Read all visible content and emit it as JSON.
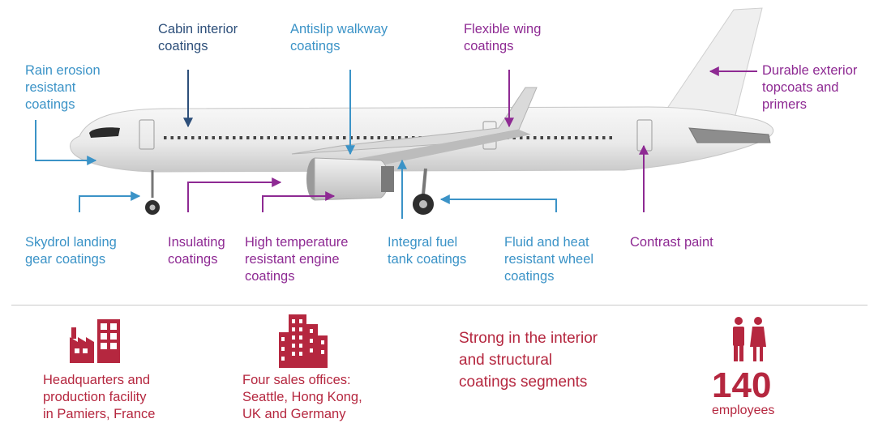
{
  "callouts": {
    "cabin": "Cabin interior\ncoatings",
    "antislip": "Antislip walkway\ncoatings",
    "wing": "Flexible wing\ncoatings",
    "rain": "Rain erosion\nresistant\ncoatings",
    "exterior": "Durable exterior\ntopcoats and\nprimers",
    "skydrol": "Skydrol landing\ngear coatings",
    "insulating": "Insulating\ncoatings",
    "engine": "High temperature\nresistant engine\ncoatings",
    "fuel": "Integral fuel\ntank coatings",
    "wheel": "Fluid and heat\nresistant wheel\ncoatings",
    "contrast": "Contrast paint"
  },
  "facts": {
    "hq": "Headquarters and\nproduction facility\nin Pamiers, France",
    "sales": "Four sales offices:\nSeattle, Hong Kong,\nUK and Germany",
    "strong": "Strong in the interior\nand structural\ncoatings segments",
    "employees_count": "140",
    "employees_label": "employees"
  },
  "colors": {
    "blue": "#3b93c7",
    "purple": "#8e2a93",
    "navy": "#2d4f7a",
    "red": "#b5273f"
  },
  "icons": [
    "factory-icon",
    "office-building-icon",
    "people-icon"
  ]
}
